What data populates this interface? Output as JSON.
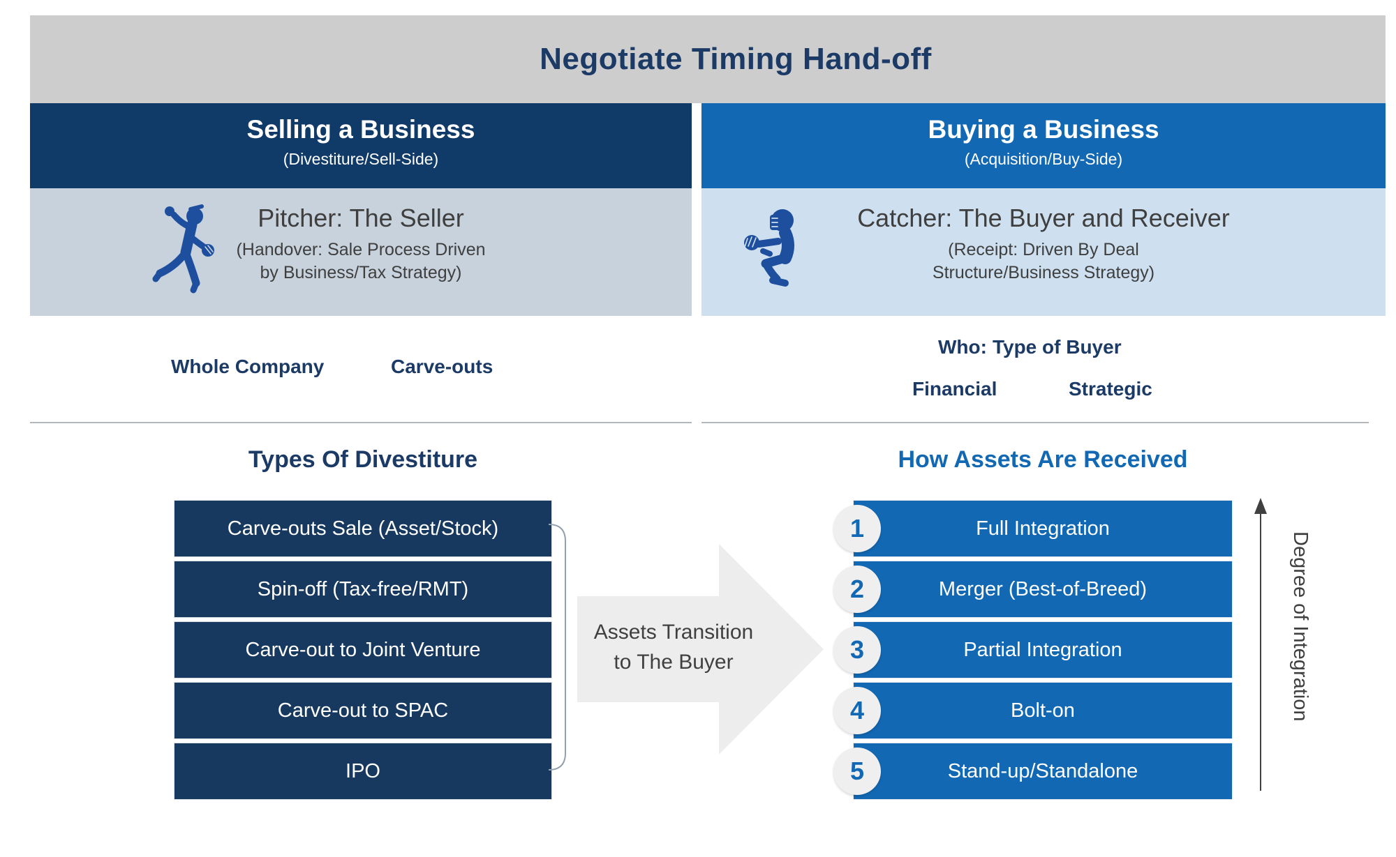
{
  "title": "Negotiate Timing Hand-off",
  "selling": {
    "header": "Selling a Business",
    "subheader": "(Divestiture/Sell-Side)",
    "role_title": "Pitcher: The Seller",
    "role_sub1": "(Handover: Sale Process Driven",
    "role_sub2": "by Business/Tax Strategy)",
    "scope_option1": "Whole Company",
    "scope_option2": "Carve-outs",
    "section_title": "Types Of Divestiture",
    "items": [
      "Carve-outs Sale (Asset/Stock)",
      "Spin-off (Tax-free/RMT)",
      "Carve-out to Joint Venture",
      "Carve-out to SPAC",
      "IPO"
    ]
  },
  "buying": {
    "header": "Buying a Business",
    "subheader": "(Acquisition/Buy-Side)",
    "role_title": "Catcher: The Buyer and Receiver",
    "role_sub1": "(Receipt: Driven By Deal",
    "role_sub2": "Structure/Business Strategy)",
    "who_label": "Who:",
    "who_text": "Type of Buyer",
    "buyer_type1": "Financial",
    "buyer_type2": "Strategic",
    "section_title": "How Assets Are Received",
    "items": [
      {
        "num": "1",
        "label": "Full Integration"
      },
      {
        "num": "2",
        "label": "Merger (Best-of-Breed)"
      },
      {
        "num": "3",
        "label": "Partial Integration"
      },
      {
        "num": "4",
        "label": "Bolt-on"
      },
      {
        "num": "5",
        "label": "Stand-up/Standalone"
      }
    ],
    "axis_label": "Degree of Integration"
  },
  "transition": {
    "line1": "Assets Transition",
    "line2": "to The Buyer"
  },
  "icons": {
    "pitcher": "baseball-pitcher-icon",
    "catcher": "baseball-catcher-icon",
    "transition": "right-arrow-icon",
    "axis": "up-arrow-icon"
  },
  "colors": {
    "title_bar_bg": "#cdcdcd",
    "title_text": "#1b3a66",
    "sell_header_bg": "#103a68",
    "buy_header_bg": "#1268b3",
    "sell_band_bg": "#c7d2dc",
    "buy_band_bg": "#cee0ef",
    "sell_bar_bg": "#17395f",
    "buy_bar_bg": "#1268b3",
    "icon_blue": "#1d4f9e",
    "arrow_bg": "#ededed",
    "text_dark": "#3f3f3f"
  }
}
